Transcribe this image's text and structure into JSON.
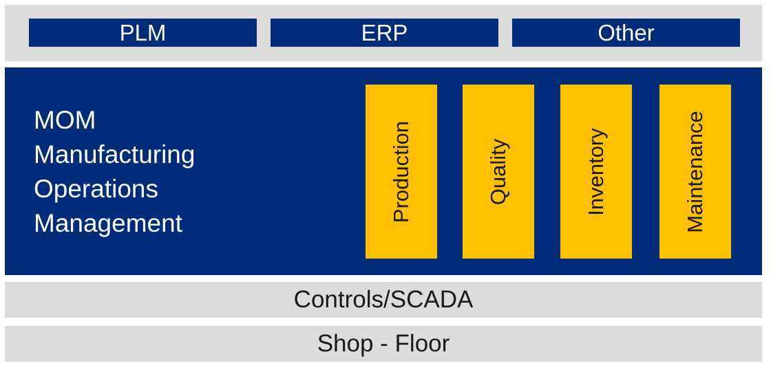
{
  "top_layer": {
    "systems": [
      "PLM",
      "ERP",
      "Other"
    ]
  },
  "mom": {
    "title_lines": [
      "MOM",
      "Manufacturing",
      "Operations",
      "Management"
    ],
    "functions": [
      "Production",
      "Quality",
      "Inventory",
      "Maintenance"
    ]
  },
  "controls_layer": {
    "label": "Controls/SCADA"
  },
  "shop_floor_layer": {
    "label": "Shop - Floor"
  },
  "colors": {
    "navy": "#002c7a",
    "gold": "#ffc000",
    "light_gray": "#dcdcdc"
  }
}
